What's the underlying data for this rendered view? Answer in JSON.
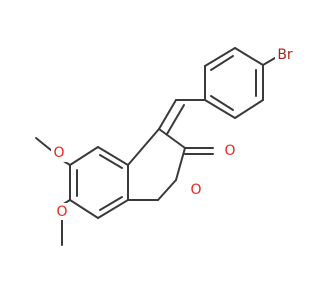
{
  "molecule": {
    "atoms": {
      "bromine": "Br",
      "carbonyl_oxygen": "O",
      "ring_oxygen": "O",
      "methoxy_oxygen_top": "O",
      "methoxy_oxygen_bottom": "O"
    },
    "colors": {
      "bond": "#3a3a3a",
      "oxygen": "#e8261f",
      "bromine": "#a0291f",
      "background": "#ffffff"
    }
  }
}
